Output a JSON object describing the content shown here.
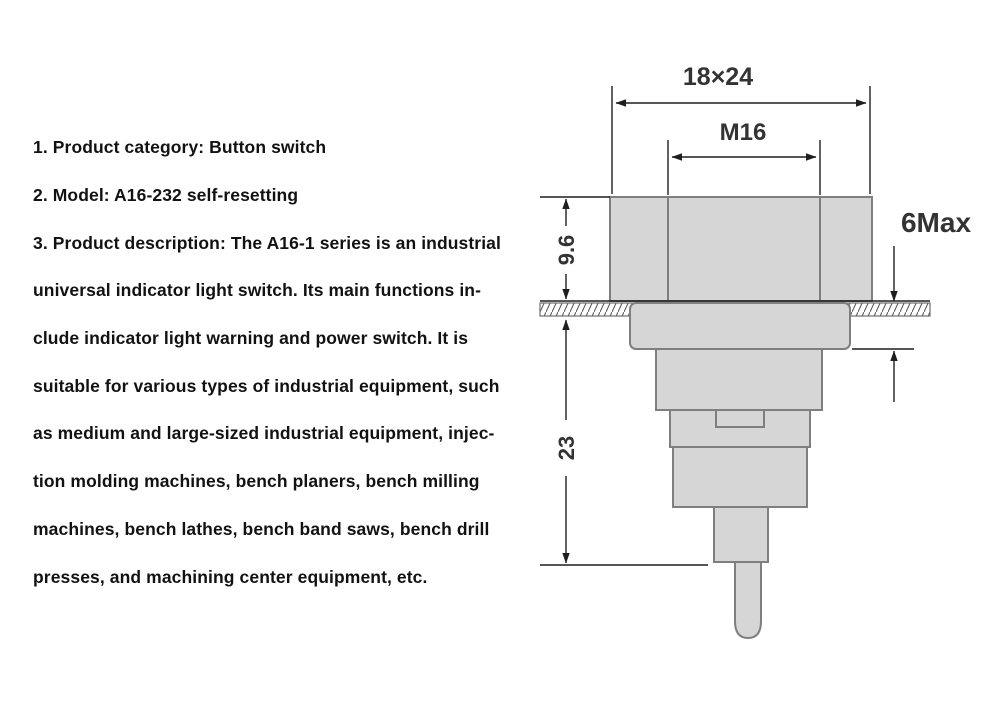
{
  "description": {
    "lines": [
      "1. Product category: Button switch",
      "2. Model: A16-232 self-resetting",
      "3. Product description: The A16-1 series is an industrial",
      "universal indicator light switch. Its main functions in-",
      "clude indicator light warning and power switch. It is",
      "suitable for various types of industrial equipment, such",
      "as medium and large-sized industrial equipment, injec-",
      "tion molding machines, bench planers, bench milling",
      "machines, bench lathes, bench band saws, bench drill",
      "presses, and machining center equipment, etc."
    ]
  },
  "diagram": {
    "dimensions": {
      "head_size": "18×24",
      "thread": "M16",
      "head_height": "9.6",
      "panel_thickness_max": "6Max",
      "body_height": "23"
    },
    "colors": {
      "part_fill": "#d6d6d6",
      "part_stroke": "#7f7f7f",
      "dim_line": "#1f1f1f",
      "dim_text": "#333333"
    }
  }
}
